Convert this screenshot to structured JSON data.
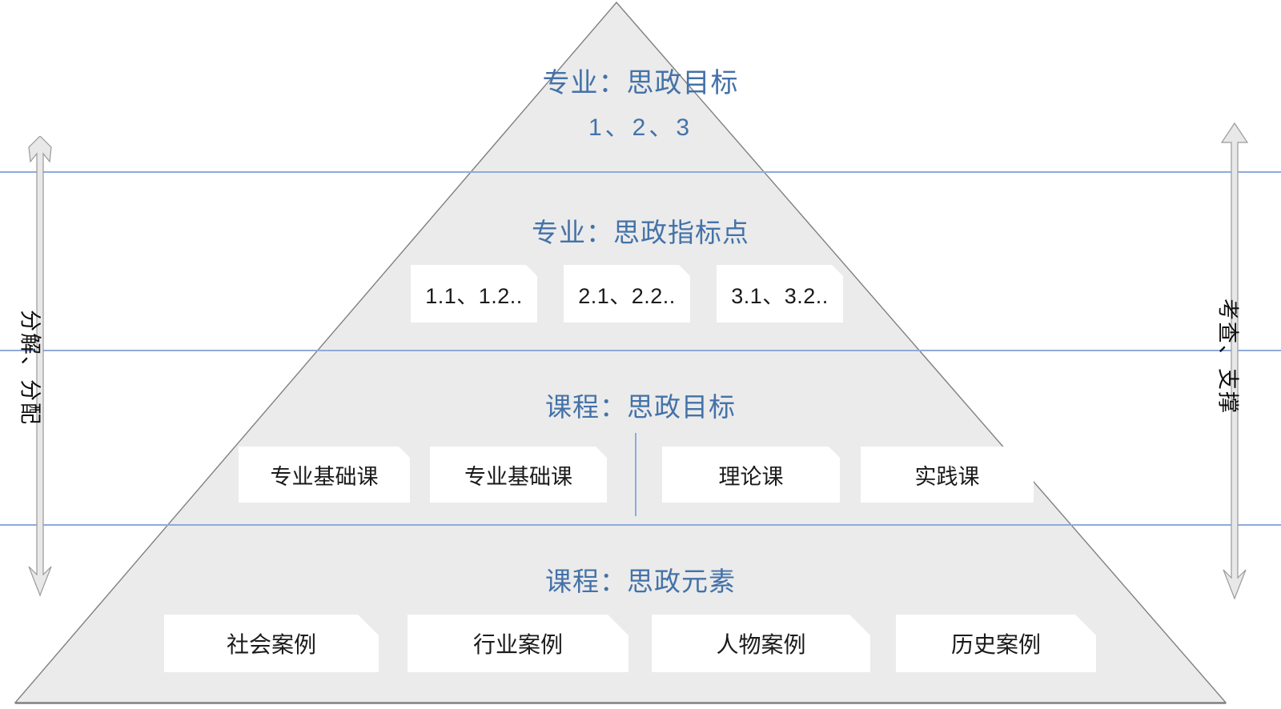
{
  "diagram": {
    "title_color": "#4472A8",
    "pyramid_fill": "#EBEBEB",
    "pyramid_stroke": "#808080",
    "rule_color": "#8FAADC",
    "tiers": {
      "apex": {
        "heading": "专业：思政目标",
        "subheading": "1、2、3"
      },
      "indicators": {
        "heading": "专业：思政指标点",
        "cards": [
          {
            "label": "1.1、1.2.."
          },
          {
            "label": "2.1、2.2.."
          },
          {
            "label": "3.1、3.2.."
          }
        ]
      },
      "courses": {
        "heading": "课程：思政目标",
        "cards": [
          {
            "label": "专业基础课"
          },
          {
            "label": "专业基础课"
          },
          {
            "label": "理论课"
          },
          {
            "label": "实践课"
          }
        ]
      },
      "elements": {
        "heading": "课程：思政元素",
        "cards": [
          {
            "label": "社会案例"
          },
          {
            "label": "行业案例"
          },
          {
            "label": "人物案例"
          },
          {
            "label": "历史案例"
          }
        ]
      }
    },
    "side_arrows": {
      "left": {
        "label": "分解、分配",
        "direction": "double-ended-vertical"
      },
      "right": {
        "label": "考查、支撑",
        "direction": "double-ended-vertical"
      }
    }
  }
}
